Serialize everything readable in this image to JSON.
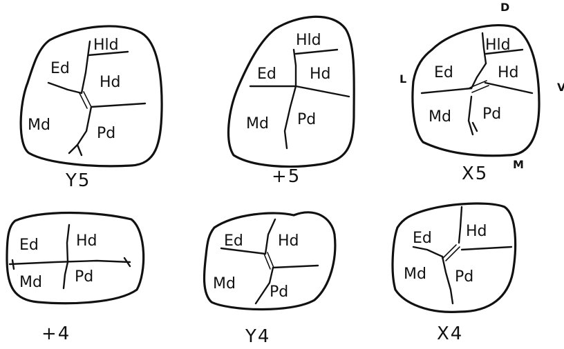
{
  "teeth": [
    {
      "id": "Y5",
      "caption": "Y5",
      "regions": {
        "hld": "Hld",
        "ed": "Ed",
        "hd": "Hd",
        "md": "Md",
        "pd": "Pd"
      }
    },
    {
      "id": "plus5",
      "caption": "+5",
      "regions": {
        "hld": "Hld",
        "ed": "Ed",
        "hd": "Hd",
        "md": "Md",
        "pd": "Pd"
      }
    },
    {
      "id": "X5",
      "caption": "X5",
      "regions": {
        "hld": "Hld",
        "ed": "Ed",
        "hd": "Hd",
        "md": "Md",
        "pd": "Pd"
      }
    },
    {
      "id": "plus4",
      "caption": "+4",
      "regions": {
        "ed": "Ed",
        "hd": "Hd",
        "md": "Md",
        "pd": "Pd"
      }
    },
    {
      "id": "Y4",
      "caption": "Y4",
      "regions": {
        "ed": "Ed",
        "hd": "Hd",
        "md": "Md",
        "pd": "Pd"
      }
    },
    {
      "id": "X4",
      "caption": "X4",
      "regions": {
        "ed": "Ed",
        "hd": "Hd",
        "md": "Md",
        "pd": "Pd"
      }
    }
  ],
  "orientation": {
    "top": "D",
    "left": "L",
    "right": "V",
    "bottom": "M"
  }
}
